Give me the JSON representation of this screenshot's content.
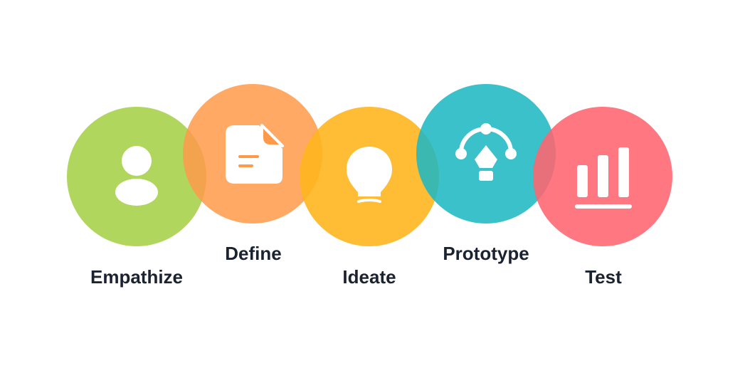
{
  "diagram": {
    "stages": [
      {
        "id": "empathize",
        "label": "Empathize",
        "icon": "person-icon",
        "color": "#a8d14b"
      },
      {
        "id": "define",
        "label": "Define",
        "icon": "document-icon",
        "color": "#ff9a4a"
      },
      {
        "id": "ideate",
        "label": "Ideate",
        "icon": "lightbulb-icon",
        "color": "#ffb51f"
      },
      {
        "id": "prototype",
        "label": "Prototype",
        "icon": "vector-pen-icon",
        "color": "#20b8c2"
      },
      {
        "id": "test",
        "label": "Test",
        "icon": "bar-chart-icon",
        "color": "#ff6470"
      }
    ],
    "icon_color": "#ffffff",
    "label_color": "#1b2230"
  }
}
